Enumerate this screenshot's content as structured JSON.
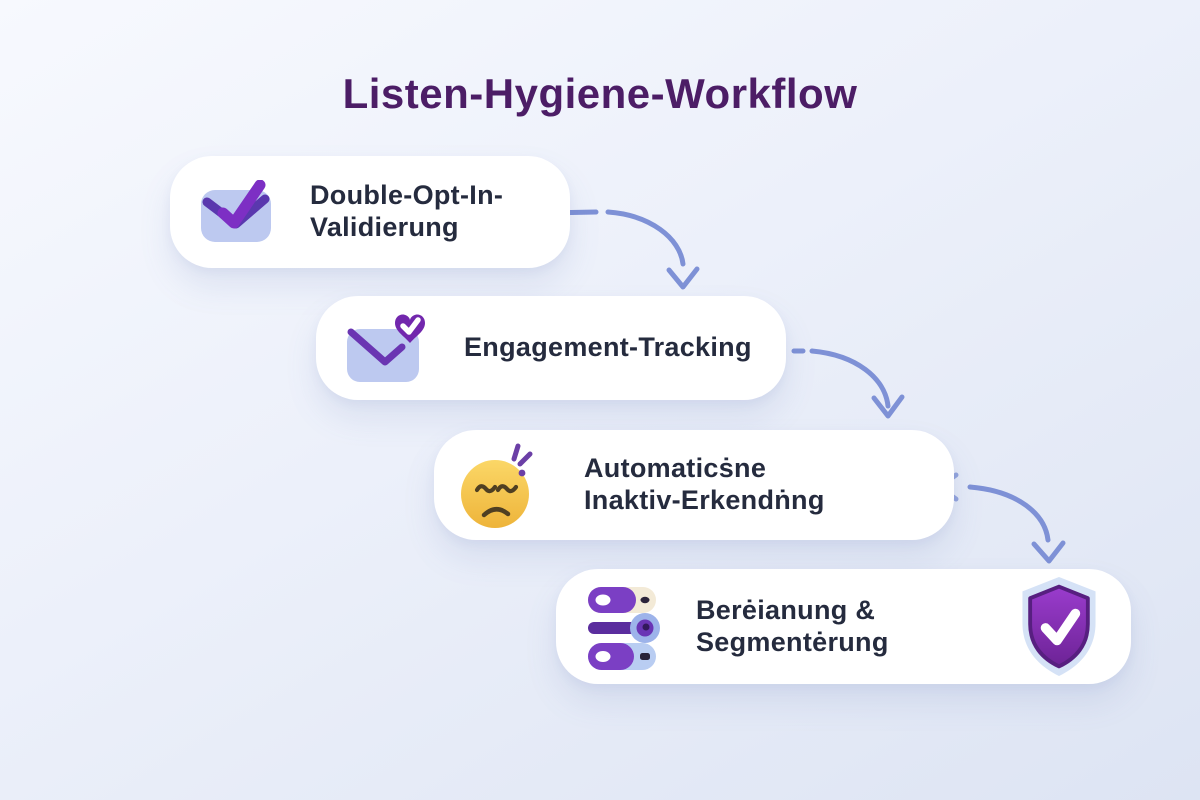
{
  "title": "Listen-Hygiene-Workflow",
  "steps": [
    {
      "id": "double-opt-in-validation",
      "icon": "envelope-check-icon",
      "lines": [
        "Double-Opt-In-",
        "Validierung"
      ]
    },
    {
      "id": "engagement-tracking",
      "icon": "envelope-heart-icon",
      "lines": [
        "Engagement-Tracking"
      ]
    },
    {
      "id": "automatic-inactive-detection",
      "icon": "sad-face-emoji-icon",
      "lines": [
        "Automaticṡne",
        "Inaktiv-Erkendṅng"
      ]
    },
    {
      "id": "cleanup-and-segmentation",
      "icon": "sliders-icon",
      "badge_icon": "shield-check-icon",
      "lines": [
        "Berėianung &",
        "Segmentėrung"
      ]
    }
  ],
  "colors": {
    "background_top": "#f7f9fe",
    "background_bottom": "#dde4f3",
    "title": "#4c1d66",
    "card_background": "#ffffff",
    "card_text": "#252b3e",
    "arrow": "#7e91d6",
    "arrow_faded": "#c2cdeb",
    "accent_purple": "#7b2fc4",
    "accent_indigo": "#5a38ae",
    "accent_periwinkle": "#bdc9f0",
    "emoji_yellow": "#f5c34c",
    "shield_purple": "#7d2ab2",
    "shield_halo": "#d5e2f6"
  }
}
